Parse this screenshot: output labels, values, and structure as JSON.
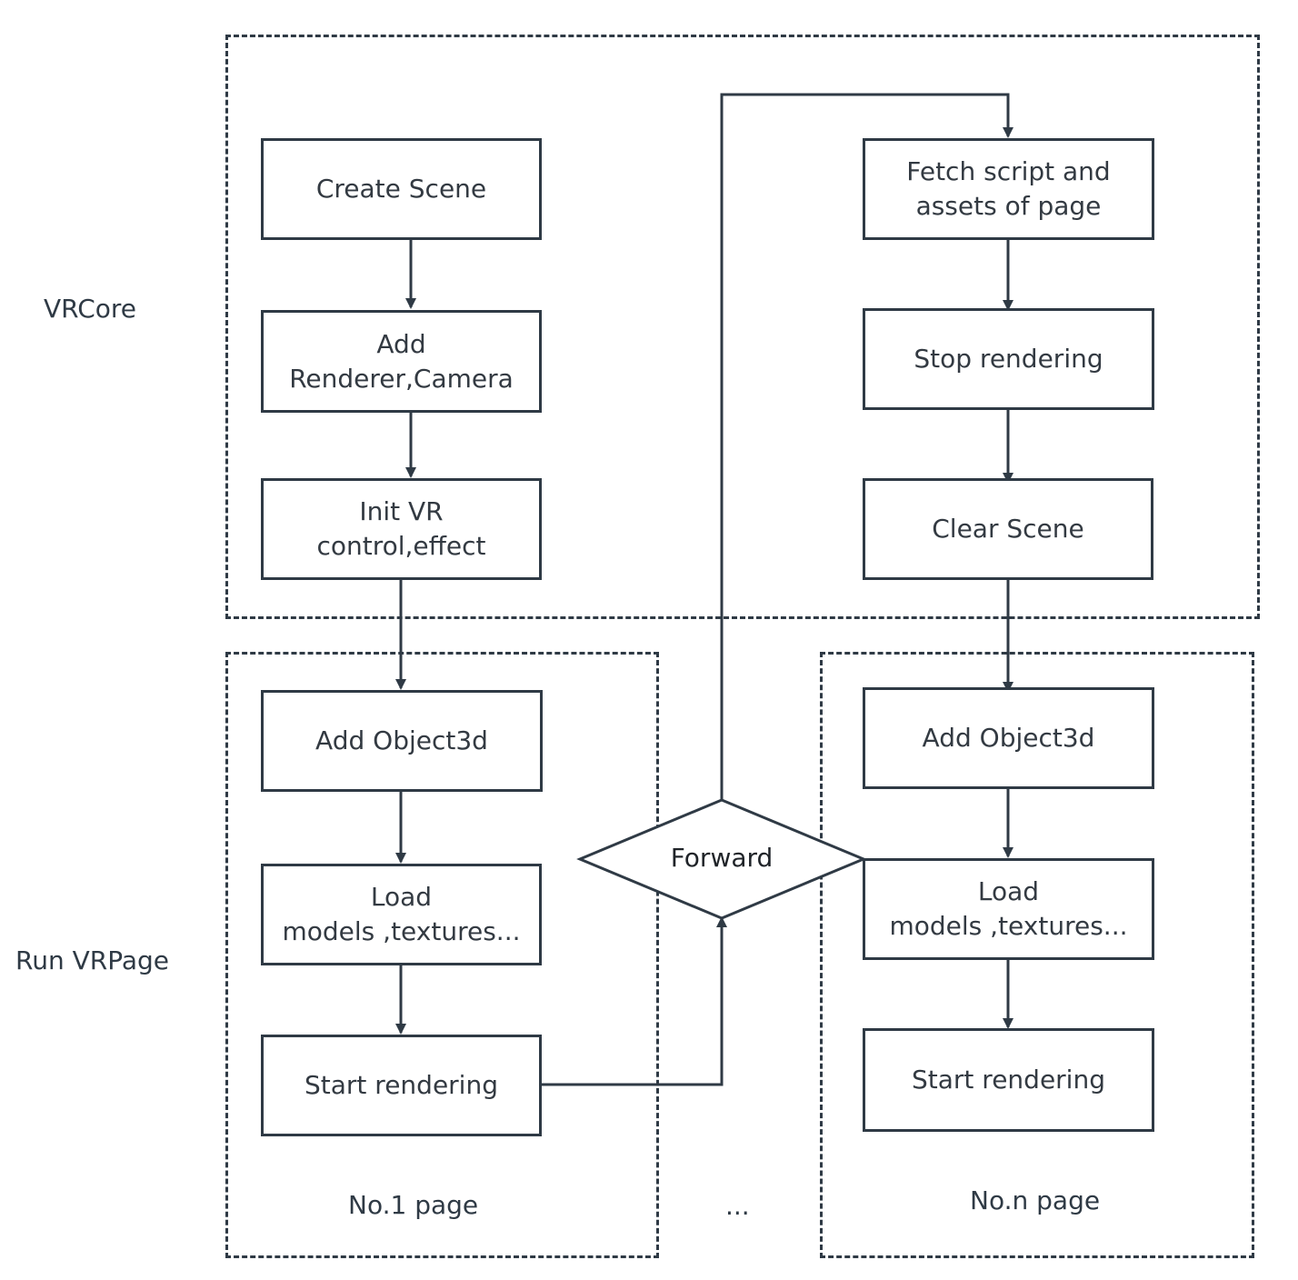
{
  "regions": {
    "vrcore_label": "VRCore",
    "run_vrpage_label": "Run VRPage",
    "page1_label": "No.1 page",
    "pagen_label": "No.n page",
    "ellipsis": "..."
  },
  "vrcore": {
    "create_scene": "Create Scene",
    "add_renderer_camera": "Add\nRenderer,Camera",
    "init_vr": "Init VR\ncontrol,effect",
    "fetch_script": "Fetch script and\nassets of page",
    "stop_rendering": "Stop rendering",
    "clear_scene": "Clear Scene"
  },
  "page1": {
    "add_object3d": "Add Object3d",
    "load_models": "Load\nmodels ,textures...",
    "start_rendering": "Start rendering"
  },
  "pagen": {
    "add_object3d": "Add Object3d",
    "load_models": "Load\nmodels ,textures...",
    "start_rendering": "Start rendering"
  },
  "decision": {
    "forward": "Forward"
  },
  "colors": {
    "stroke": "#2f3a45",
    "text": "#333a42",
    "background": "#ffffff"
  }
}
